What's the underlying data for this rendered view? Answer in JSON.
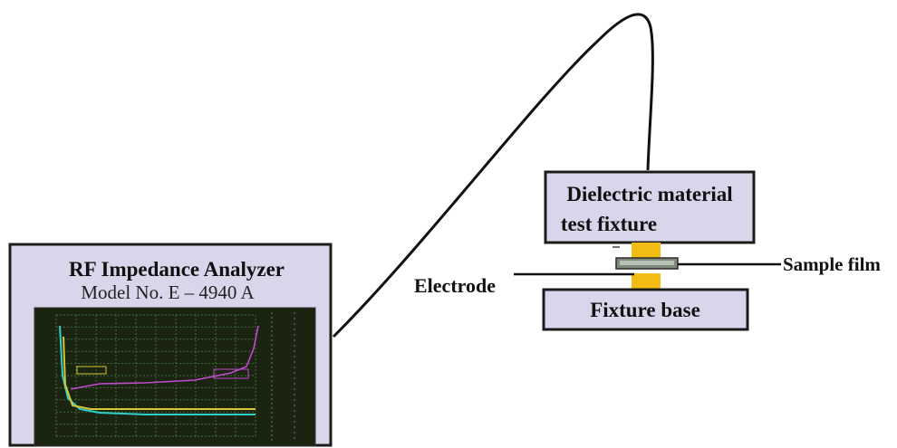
{
  "analyzer": {
    "title": "RF Impedance Analyzer",
    "model": "Model No. E – 4940 A"
  },
  "test_fixture": {
    "line1": "Dielectric material",
    "line2": "test fixture"
  },
  "fixture_base": {
    "label": "Fixture base"
  },
  "electrode": {
    "label": "Electrode"
  },
  "sample_film": {
    "label": "Sample film"
  },
  "colors": {
    "box_fill": "#d9d6ec",
    "screen": "#1b2410",
    "grid": "#3f6e3a",
    "trace_cyan": "#2fd0c8",
    "trace_yellow": "#d6c535",
    "trace_magenta": "#c04ad0",
    "electrode_gold": "#f2bc14"
  }
}
